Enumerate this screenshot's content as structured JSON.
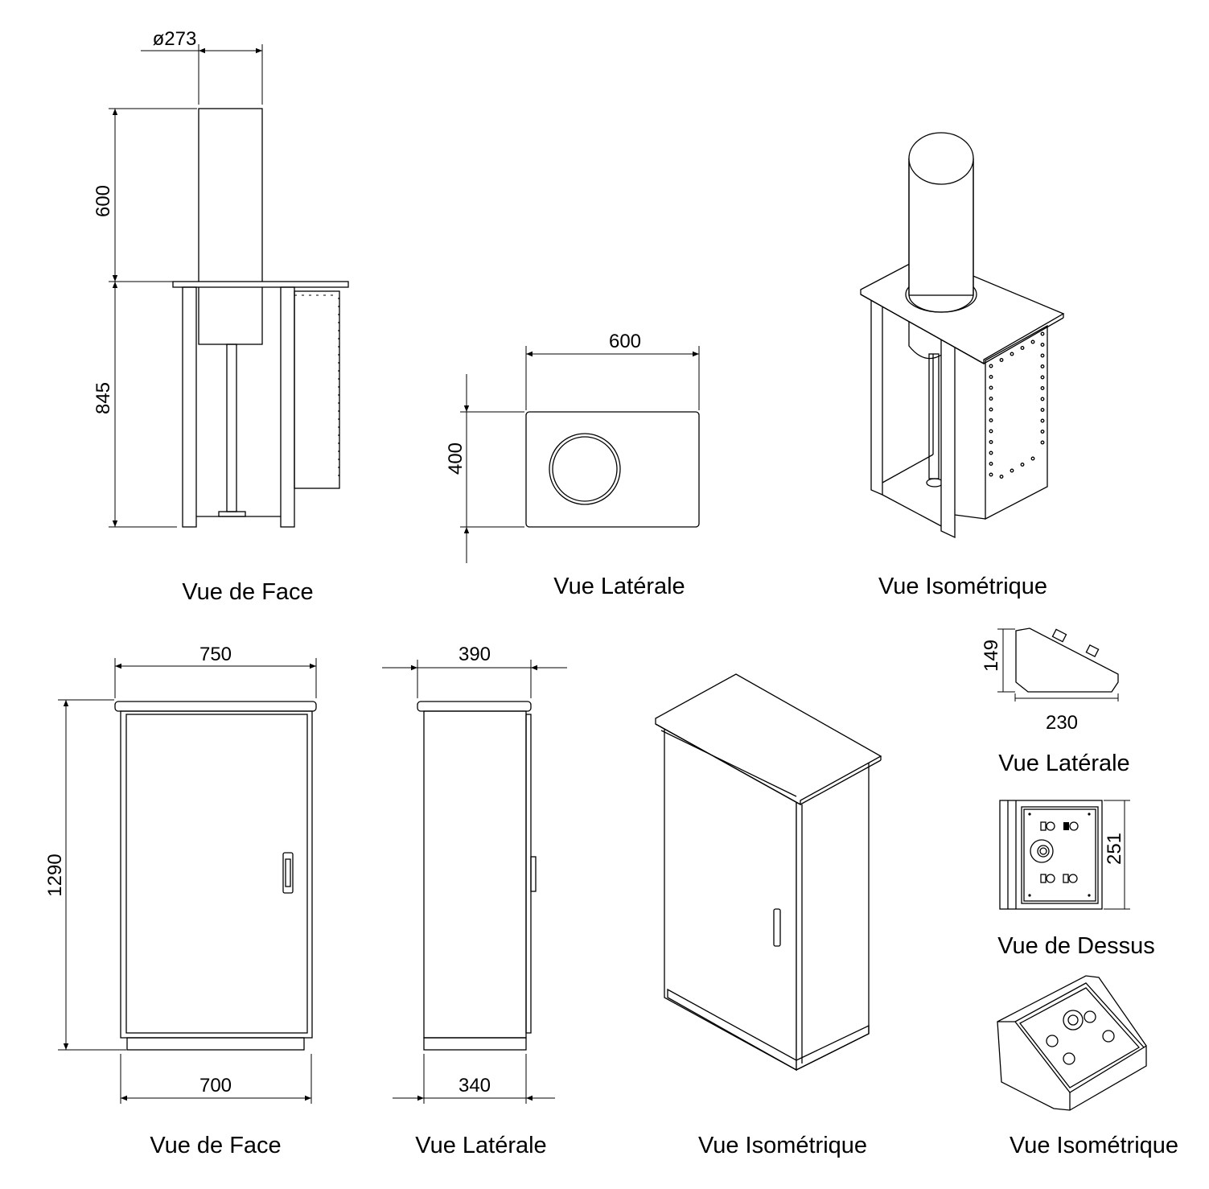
{
  "bollard": {
    "front": {
      "label": "Vue de Face",
      "diameter": "ø273",
      "height_column": "600",
      "height_base": "845"
    },
    "side": {
      "label": "Vue Latérale",
      "width": "600",
      "depth": "400"
    },
    "iso": {
      "label": "Vue Isométrique"
    }
  },
  "cabinet": {
    "front": {
      "label": "Vue de Face",
      "width_top": "750",
      "height": "1290",
      "width_bottom": "700"
    },
    "side": {
      "label": "Vue Latérale",
      "depth_top": "390",
      "depth_bottom": "340"
    },
    "iso": {
      "label": "Vue Isométrique"
    }
  },
  "console": {
    "side": {
      "label": "Vue Latérale",
      "height": "149",
      "width": "230"
    },
    "top": {
      "label": "Vue de Dessus",
      "depth": "251"
    },
    "iso": {
      "label": "Vue Isométrique"
    }
  }
}
